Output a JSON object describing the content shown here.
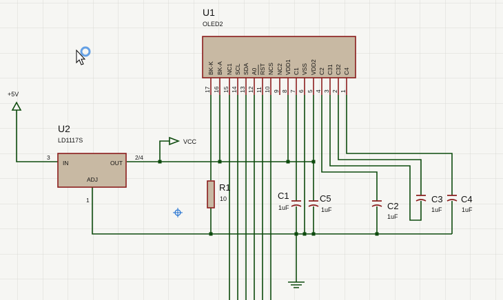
{
  "u1": {
    "ref": "U1",
    "value": "OLED2",
    "pins": [
      {
        "name": "BK-K",
        "num": "17"
      },
      {
        "name": "BK-A",
        "num": "16"
      },
      {
        "name": "NC1",
        "num": "15"
      },
      {
        "name": "SCL",
        "num": "14"
      },
      {
        "name": "SDA",
        "num": "13"
      },
      {
        "name": "A0",
        "num": "12"
      },
      {
        "name": "RST",
        "num": "11"
      },
      {
        "name": "NCS",
        "num": "10"
      },
      {
        "name": "NC2",
        "num": "9"
      },
      {
        "name": "VDD1",
        "num": "8"
      },
      {
        "name": "C1",
        "num": "7"
      },
      {
        "name": "VSS",
        "num": "6"
      },
      {
        "name": "VDD2",
        "num": "5"
      },
      {
        "name": "C2",
        "num": "4"
      },
      {
        "name": "C31",
        "num": "3"
      },
      {
        "name": "C32",
        "num": "2"
      },
      {
        "name": "C4",
        "num": "1"
      }
    ]
  },
  "u2": {
    "ref": "U2",
    "value": "LD1117S",
    "pin_in": "IN",
    "pin_out": "OUT",
    "pin_adj": "ADJ",
    "num_in": "3",
    "num_out": "2/4",
    "num_adj": "1"
  },
  "power": {
    "v5": "+5V",
    "vcc": "VCC"
  },
  "r1": {
    "ref": "R1",
    "value": "10"
  },
  "caps": [
    {
      "ref": "C1",
      "value": "1uF"
    },
    {
      "ref": "C5",
      "value": "1uF"
    },
    {
      "ref": "C2",
      "value": "1uF"
    },
    {
      "ref": "C3",
      "value": "1uF"
    },
    {
      "ref": "C4",
      "value": "1uF"
    }
  ],
  "colors": {
    "wire": "#0c4a0c",
    "component": "#8a1c1c",
    "body": "#c8b9a3",
    "grid": "#d9d9d4",
    "marker": "#1f6fd0"
  }
}
